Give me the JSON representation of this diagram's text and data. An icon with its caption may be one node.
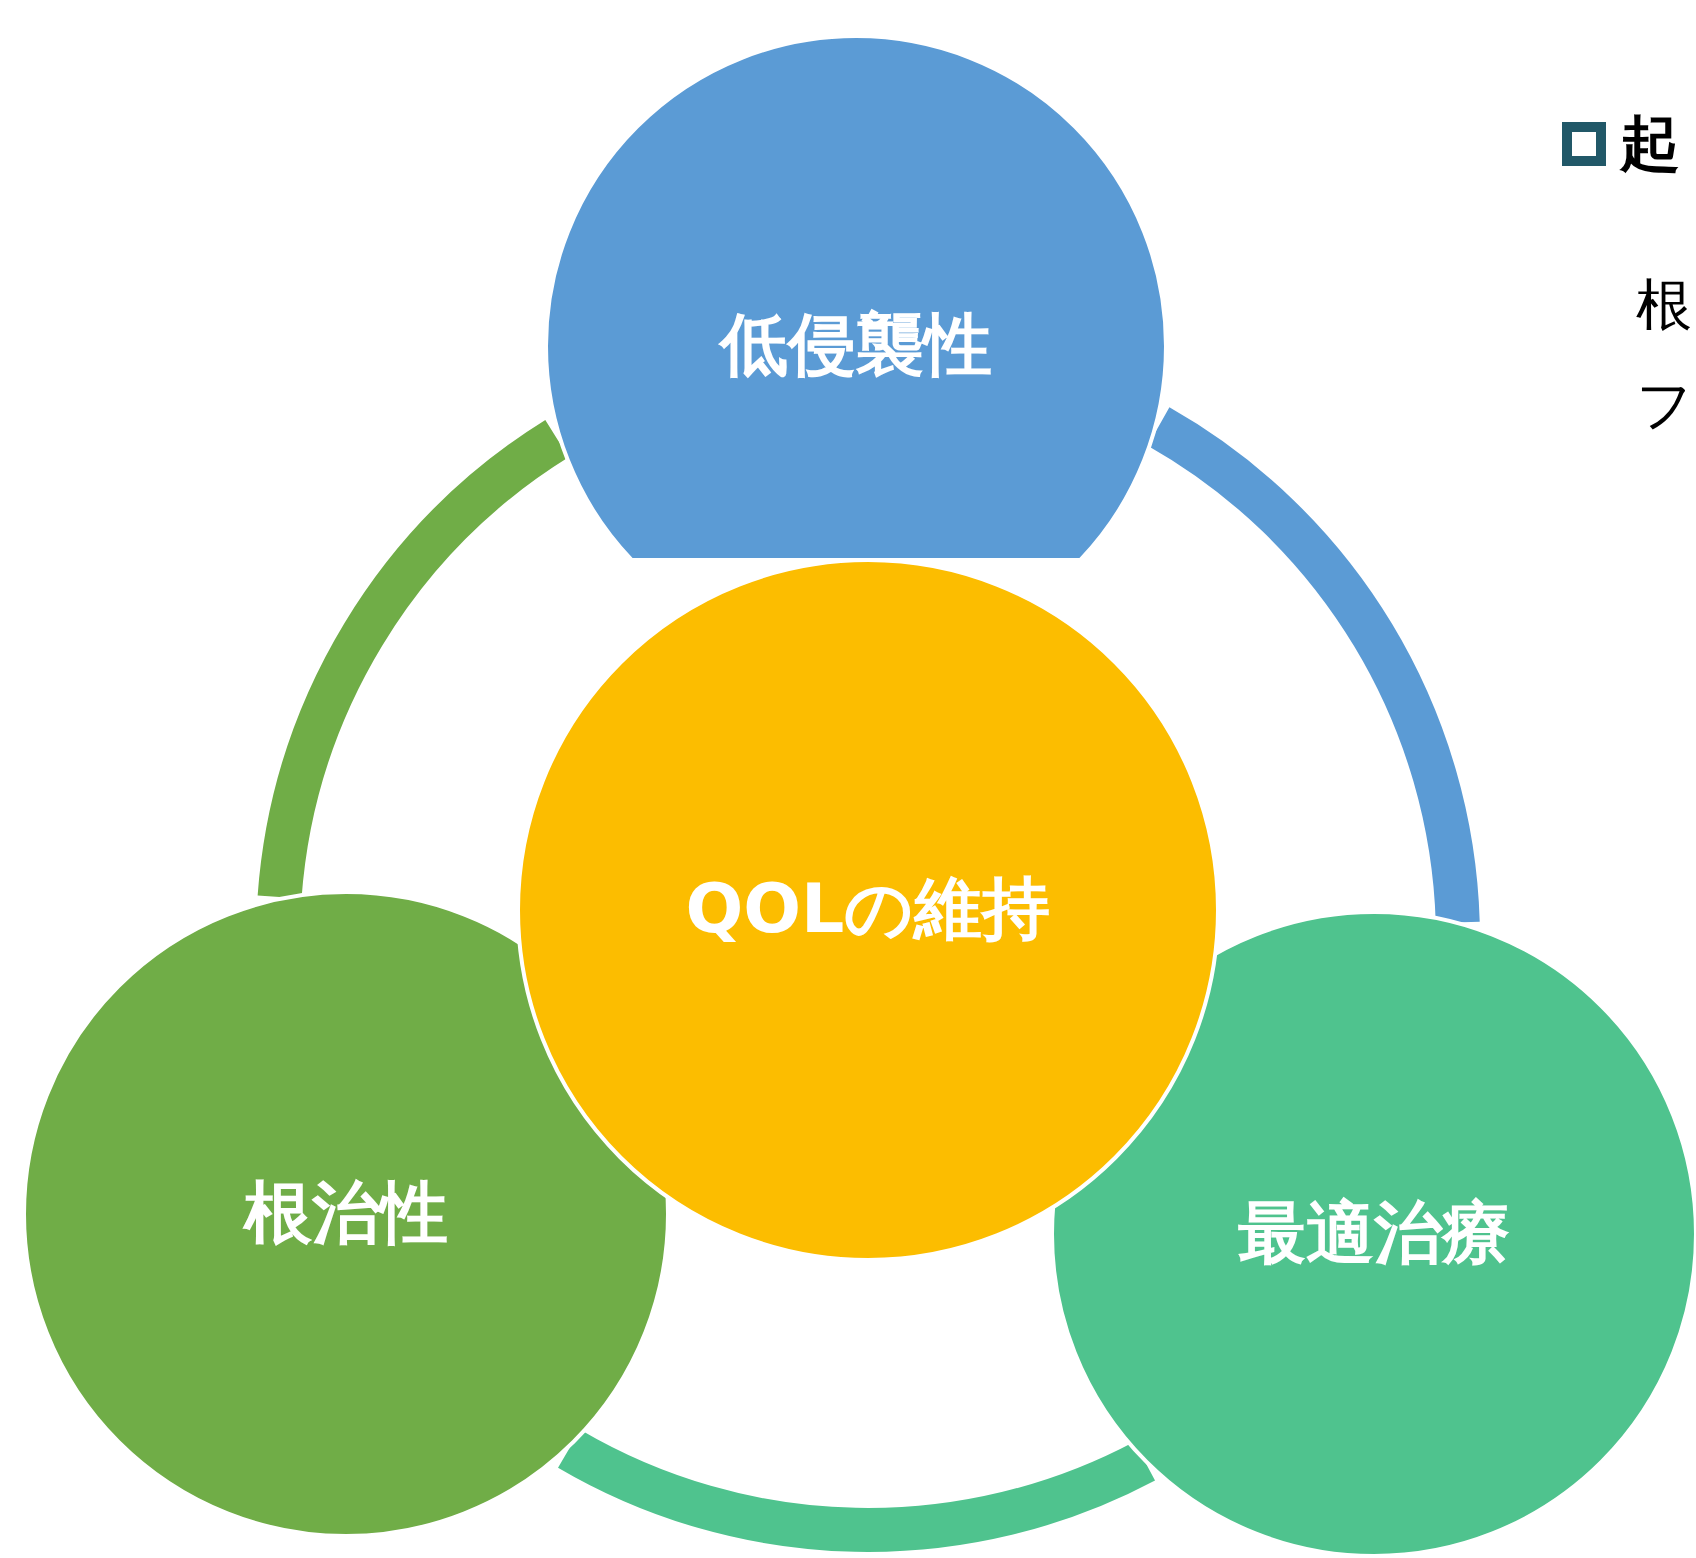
{
  "diagram": {
    "nodes": [
      {
        "text": [
          "低侵襲性"
        ]
      },
      {
        "text": [
          "QOLの維持"
        ]
      },
      {
        "text": [
          "根治性"
        ]
      },
      {
        "text": [
          "最適治療"
        ]
      }
    ],
    "edges": [
      {
        "from": 0,
        "to": 3,
        "arrow": "none",
        "color": "#5b9bd5"
      },
      {
        "from": 3,
        "to": 2,
        "arrow": "none",
        "color": "#4fc38e"
      },
      {
        "from": 2,
        "to": 0,
        "arrow": "none",
        "color": "#70ad47"
      }
    ],
    "labels": [
      "起",
      "根",
      "フ"
    ]
  }
}
